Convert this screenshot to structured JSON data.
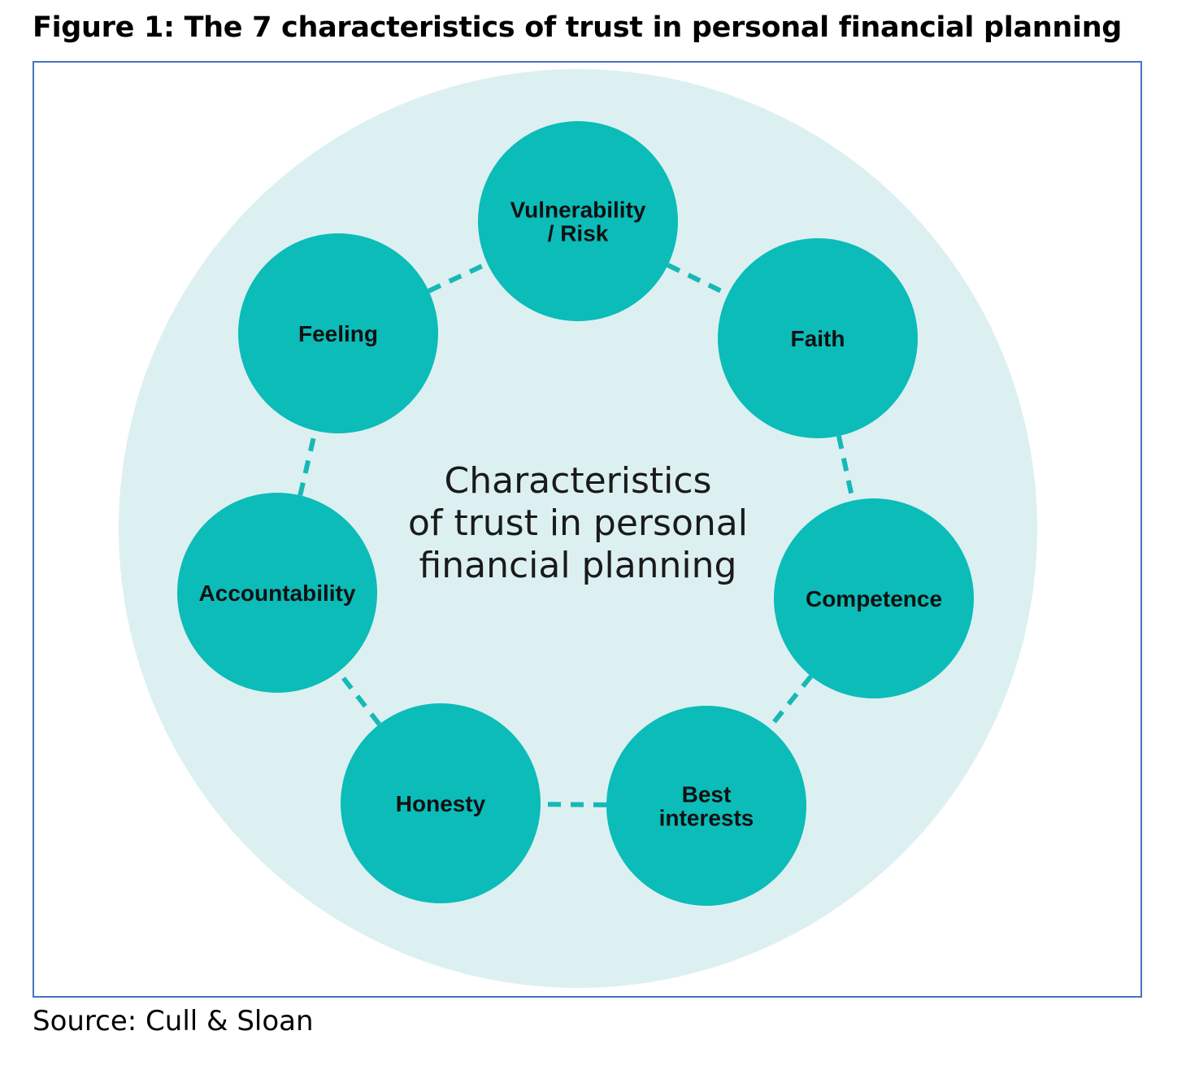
{
  "figure": {
    "title": "Figure 1: The 7 characteristics of trust in personal financial planning",
    "source": "Source: Cull & Sloan"
  },
  "diagram": {
    "center_lines": [
      "Characteristics",
      "of trust in personal",
      "financial planning"
    ],
    "nodes": [
      {
        "id": "vulnerability-risk",
        "lines": [
          "Vulnerability",
          "/ Risk"
        ]
      },
      {
        "id": "faith",
        "lines": [
          "Faith"
        ]
      },
      {
        "id": "competence",
        "lines": [
          "Competence"
        ]
      },
      {
        "id": "best-interests",
        "lines": [
          "Best",
          "interests"
        ]
      },
      {
        "id": "honesty",
        "lines": [
          "Honesty"
        ]
      },
      {
        "id": "accountability",
        "lines": [
          "Accountability"
        ]
      },
      {
        "id": "feeling",
        "lines": [
          "Feeling"
        ]
      }
    ]
  },
  "colors": {
    "outer_circle": "#dcf0f1",
    "node_fill": "#0bbcb9",
    "connector": "#17b8b6",
    "frame_border": "#4472c4"
  }
}
